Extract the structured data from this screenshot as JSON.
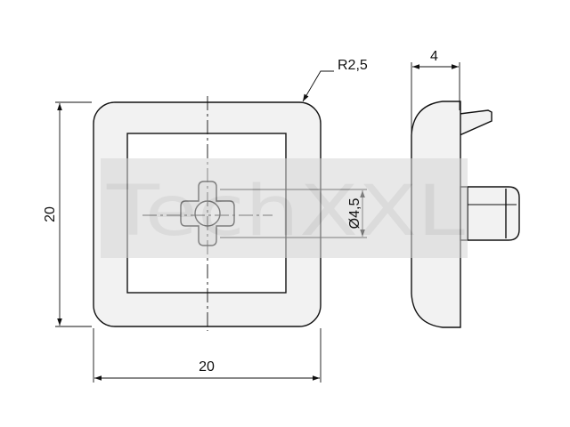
{
  "drawing": {
    "dimensions": {
      "radius": "R2,5",
      "thickness": "4",
      "height": "20",
      "width": "20",
      "diameter": "Ø4,5"
    },
    "watermark": "TechXXL",
    "colors": {
      "line": "#111111",
      "part_fill": "#f2f2f2",
      "watermark": "#bfbfbf"
    }
  }
}
